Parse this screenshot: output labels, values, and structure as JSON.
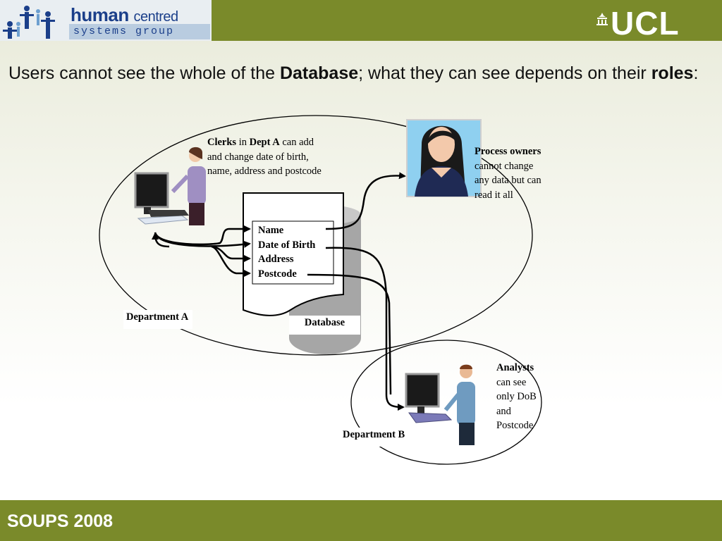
{
  "header": {
    "logo_line1_a": "human",
    "logo_line1_b": "centred",
    "logo_line2": "systems group",
    "ucl": "UCL"
  },
  "heading": {
    "part1": "Users cannot see the whole of the ",
    "bold1": "Database",
    "part2": "; what they can see depends on their ",
    "bold2": "roles",
    "part3": ":"
  },
  "diagram": {
    "clerks": {
      "b1": "Clerks",
      "t1": " in ",
      "b2": "Dept A",
      "t2": " can add and change date of birth, name, address and postcode"
    },
    "process_owners": {
      "b1": "Process owners",
      "t1": " cannot change any data but can read it all"
    },
    "analysts": {
      "b1": "Analysts",
      "t1": " can see only DoB and Postcode"
    },
    "fields": [
      "Name",
      "Date of Birth",
      "Address",
      "Postcode"
    ],
    "database_label": "Database",
    "dept_a": "Department A",
    "dept_b": "Department B"
  },
  "footer": {
    "title": "SOUPS 2008"
  }
}
